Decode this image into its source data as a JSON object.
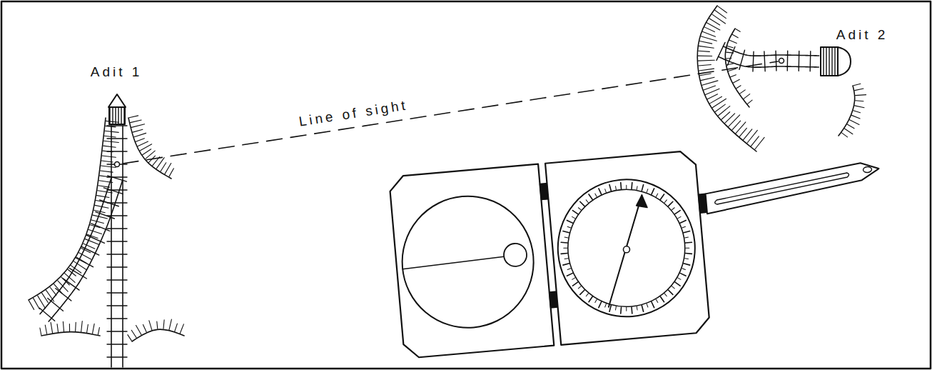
{
  "diagram": {
    "labels": [
      "Adit 1",
      "Adit 2",
      "Line of sight"
    ]
  }
}
